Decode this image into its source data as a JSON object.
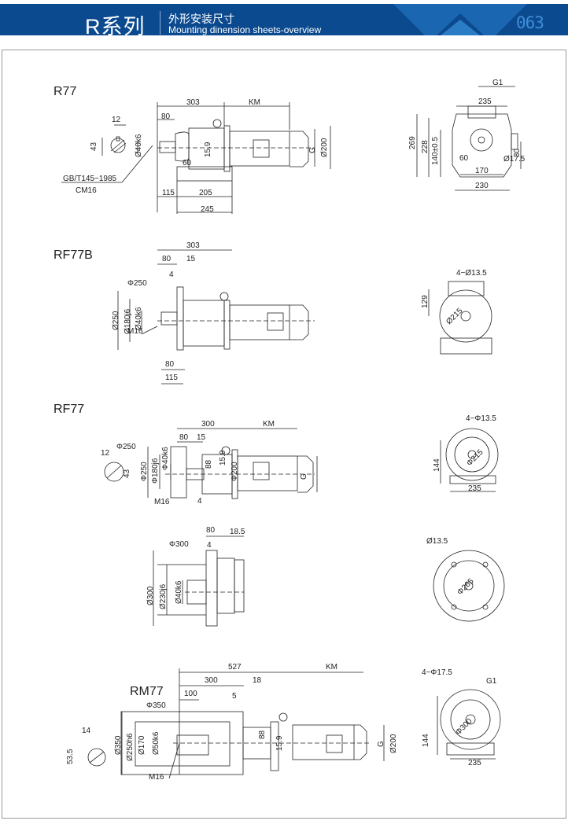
{
  "header": {
    "series": "R系列",
    "title_cn": "外形安装尺寸",
    "title_en": "Mounting dinension sheets-overview",
    "page": "063"
  },
  "colors": {
    "header_bg": "#0b4a8f",
    "page_number": "#3d8fd8",
    "line": "#222222"
  },
  "r77": {
    "model": "R77",
    "side": [
      "303",
      "KM",
      "12",
      "80",
      "43",
      "Ø40k6",
      "15.9",
      "G",
      "Ø200",
      "GB/T145−1985",
      "CM16",
      "60",
      "115",
      "205",
      "245"
    ],
    "end": [
      "G1",
      "235",
      "269",
      "228",
      "140±0.5",
      "30",
      "60",
      "Ø17.5",
      "170",
      "230"
    ]
  },
  "rf77b": {
    "model": "RF77B",
    "side": [
      "303",
      "80",
      "15",
      "Φ250",
      "4",
      "Ø250",
      "Ø180j6",
      "Ø40k6",
      "M16",
      "80",
      "115"
    ],
    "end": [
      "4−Ø13.5",
      "129",
      "Ø215"
    ]
  },
  "rf77": {
    "model": "RF77",
    "side": [
      "300",
      "KM",
      "80",
      "15",
      "Φ250",
      "12",
      "43",
      "Φ250",
      "Φ180j6",
      "Φ40k6",
      "88",
      "15.9",
      "Φ200",
      "G",
      "M16",
      "4"
    ],
    "end": [
      "4−Φ13.5",
      "144",
      "Φ215",
      "235"
    ],
    "flange_side": [
      "80",
      "18.5",
      "Φ300",
      "4",
      "Ø300",
      "Ø230j6",
      "Ø40k6"
    ],
    "flange_end": [
      "Ø13.5",
      "Φ265"
    ]
  },
  "rm77": {
    "model": "RM77",
    "side": [
      "527",
      "KM",
      "300",
      "18",
      "100",
      "5",
      "Φ350",
      "14",
      "53.5",
      "Ø350",
      "Ø250h6",
      "Ø170",
      "Ø50k6",
      "88",
      "15.9",
      "G",
      "Ø200",
      "M16"
    ],
    "end": [
      "4−Φ17.5",
      "G1",
      "144",
      "Φ300",
      "235"
    ]
  }
}
